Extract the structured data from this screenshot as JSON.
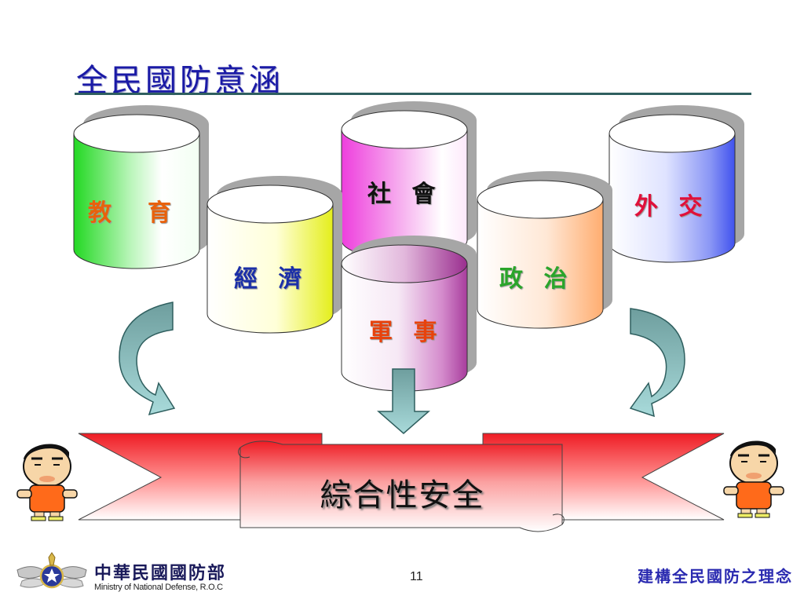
{
  "slide": {
    "title": "全民國防意涵",
    "page_number": "11",
    "footer_right": "建構全民國防之理念"
  },
  "ministry": {
    "name_cn": "中華民國國防部",
    "name_en": "Ministry of National Defense, R.O.C"
  },
  "cylinders": [
    {
      "id": "education",
      "label": "教　育",
      "label_color": "#e8610c",
      "fill_color": "#33dd33"
    },
    {
      "id": "economy",
      "label": "經 濟",
      "label_color": "#1b2fa8",
      "fill_color": "#e6ef2a"
    },
    {
      "id": "society",
      "label": "社 會",
      "label_color": "#111111",
      "fill_color": "#ee44dd"
    },
    {
      "id": "military",
      "label": "軍 事",
      "label_color": "#e8420c",
      "fill_color": "#aa3d9e"
    },
    {
      "id": "politics",
      "label": "政 治",
      "label_color": "#2aa52a",
      "fill_color": "#ffb27a"
    },
    {
      "id": "diplomacy",
      "label": "外 交",
      "label_color": "#e0103a",
      "fill_color": "#4a5cf0"
    }
  ],
  "banner": {
    "label": "綜合性安全",
    "color": "#ee1c24"
  },
  "arrows": {
    "color": "#7fbfbf"
  },
  "icons": [
    "ministry-emblem-icon",
    "cartoon-boy-left-icon",
    "cartoon-boy-right-icon"
  ]
}
